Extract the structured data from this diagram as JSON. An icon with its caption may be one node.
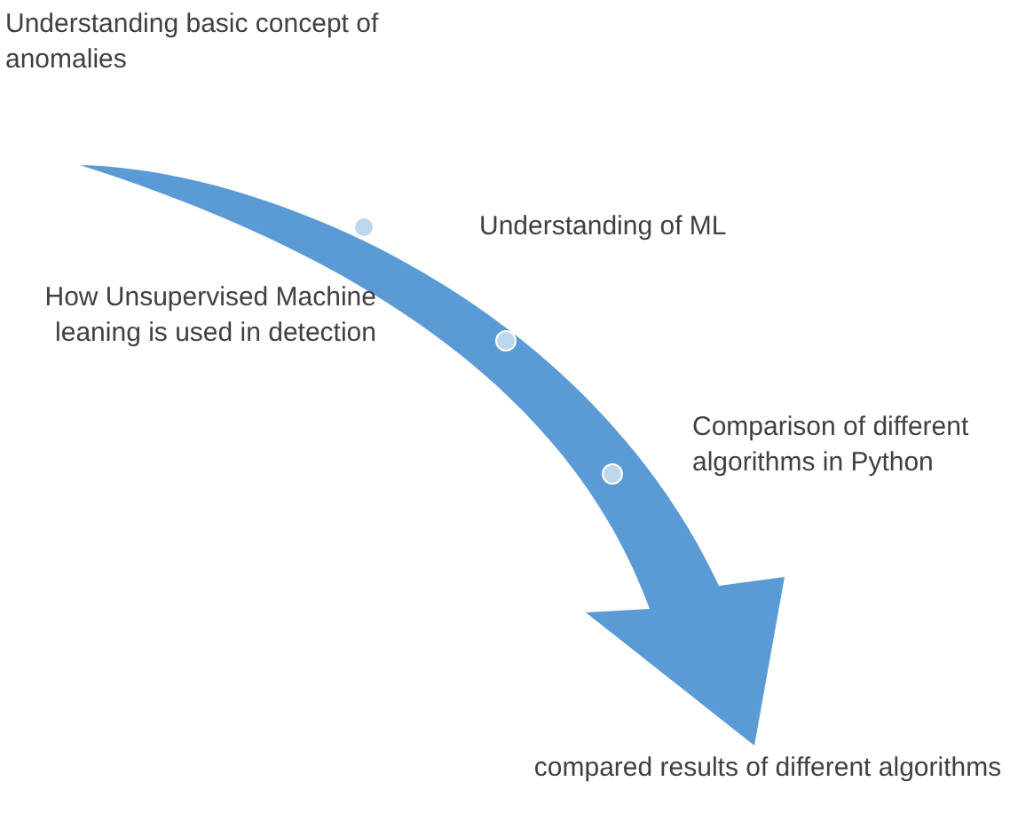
{
  "diagram": {
    "labels": [
      "Understanding basic concept of anomalies",
      "Understanding of ML",
      "How Unsupervised Machine leaning is used in detection",
      "Comparison of different algorithms in Python",
      "compared results of different algorithms"
    ]
  }
}
